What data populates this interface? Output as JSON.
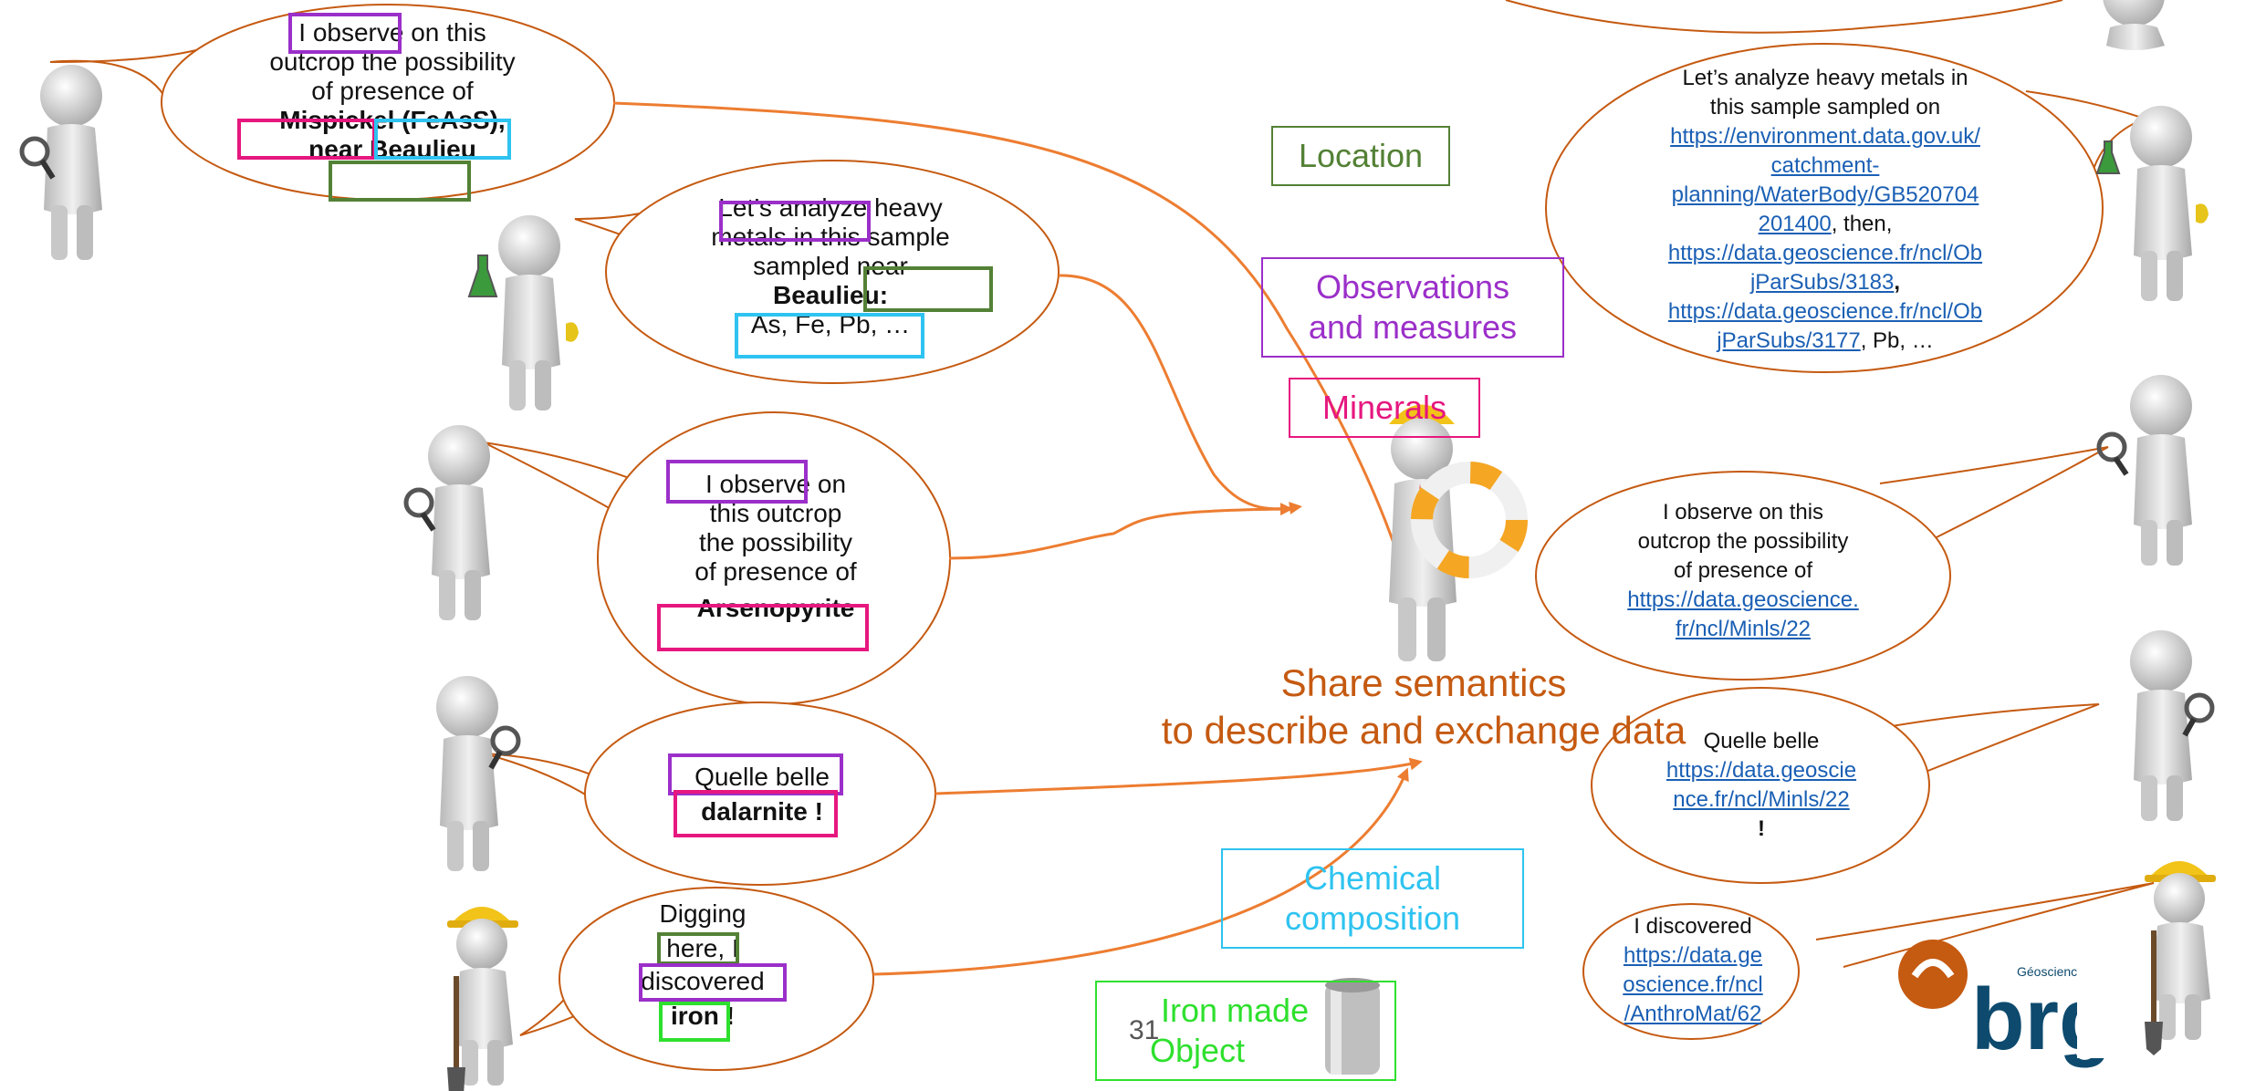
{
  "colors": {
    "bubble": "#c55a11",
    "arrow": "#ed7d31",
    "location": "#538135",
    "observations": "#9b2fc9",
    "minerals": "#e6177f",
    "chemical": "#2ec3f0",
    "object": "#2ee02e",
    "title": "#c55a11",
    "link": "#1a5fb4",
    "brgm": "#0d4a6e",
    "brgm_logo": "#c55a11"
  },
  "categories": {
    "location": "Location",
    "observations": [
      "Observations",
      "and measures"
    ],
    "minerals": "Minerals",
    "chemical": [
      "Chemical",
      "composition"
    ],
    "object": [
      "Iron made",
      "Object"
    ]
  },
  "title": [
    "Share semantics",
    "to describe and exchange data"
  ],
  "page_number": "31",
  "left_bubbles": {
    "mispickel": [
      "I observe on this",
      "outcrop the possibility",
      "of presence of",
      "Mispickel (FeAsS),",
      "near Beaulieu"
    ],
    "analyze": [
      "Let’s analyze heavy",
      "metals in this sample",
      "sampled near",
      "Beaulieu:",
      "As, Fe, Pb, …"
    ],
    "arsenopyrite": [
      "I observe on",
      "this outcrop",
      "the possibility",
      "of presence of",
      "Arsenopyrite"
    ],
    "dalarnite": [
      "Quelle belle",
      "dalarnite !"
    ],
    "digging": [
      "Digging",
      "here, I",
      "discovered",
      "iron !"
    ]
  },
  "right_bubbles": {
    "analyze": {
      "lines": [
        "Let’s analyze heavy metals in",
        "this sample sampled on"
      ],
      "link1": [
        "https://environment.data.gov.uk/",
        "catchment-",
        "planning/WaterBody/GB520704",
        "201400"
      ],
      "after1": ", then,",
      "link2": [
        "https://data.geoscience.fr/ncl/Ob",
        "jParSubs/3183"
      ],
      "after2": ",",
      "link3": [
        "https://data.geoscience.fr/ncl/Ob",
        "jParSubs/3177"
      ],
      "after3": ", Pb, …"
    },
    "observe": {
      "lines": [
        "I observe on this",
        "outcrop the possibility",
        "of presence of"
      ],
      "link": [
        "https://data.geoscience.",
        "fr/ncl/Minls/22"
      ]
    },
    "belle": {
      "lines": [
        "Quelle belle"
      ],
      "link": [
        "https://data.geoscie",
        "nce.fr/ncl/Minls/22"
      ],
      "after": "!"
    },
    "discovered": {
      "lines": [
        "I discovered"
      ],
      "link": [
        "https://data.ge",
        "oscience.fr/ncl",
        "/AnthroMat/62"
      ]
    }
  },
  "logo": {
    "text": "brg",
    "sub": "Géoscienc"
  },
  "icons": [
    "magnifier-figure-icon",
    "flask-figure-icon",
    "shovel-figure-icon",
    "lifebuoy-figure-icon",
    "can-icon",
    "brgm-logo-icon"
  ]
}
